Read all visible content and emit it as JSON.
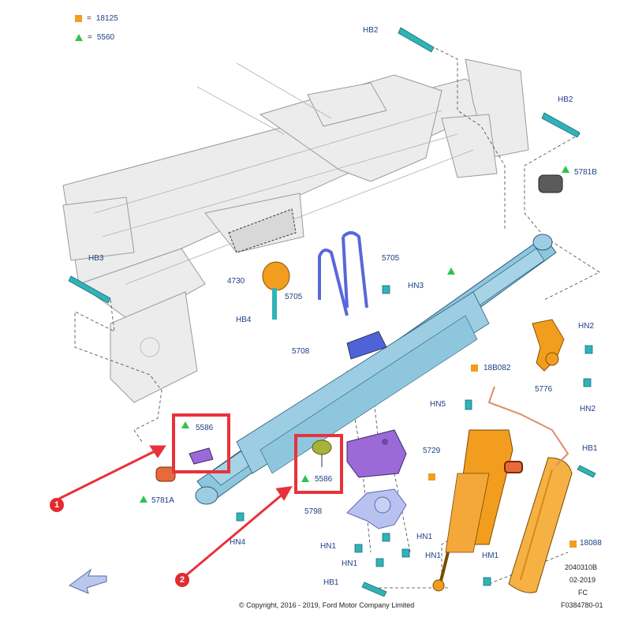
{
  "legend": [
    {
      "marker": "orange-square",
      "symbol": "=",
      "code": "18125"
    },
    {
      "marker": "green-triangle",
      "symbol": "=",
      "code": "5560"
    }
  ],
  "labels": {
    "hb2_top": "HB2",
    "hb2_right": "HB2",
    "p5781b": "5781B",
    "hb3": "HB3",
    "p4730": "4730",
    "p5705_right": "5705",
    "p5705_left": "5705",
    "hn3": "HN3",
    "hb4": "HB4",
    "p5708": "5708",
    "hn2_top": "HN2",
    "p5776": "5776",
    "hn2_bottom": "HN2",
    "p18b082": "18B082",
    "hn5": "HN5",
    "p5586_a": "5586",
    "p5586_b": "5586",
    "p5729": "5729",
    "hb1_right": "HB1",
    "p5781a": "5781A",
    "p5798": "5798",
    "hn4": "HN4",
    "hn1_a": "HN1",
    "hn1_b": "HN1",
    "hn1_c": "HN1",
    "hn1_d": "HN1",
    "hm1": "HM1",
    "p18088": "18088",
    "hb1_bottom": "HB1"
  },
  "callouts": [
    {
      "number": "1"
    },
    {
      "number": "2"
    }
  ],
  "footer": {
    "copyright": "© Copyright, 2016 - 2019, Ford Motor Company Limited",
    "code1": "2040310B",
    "date": "02-2019",
    "fc": "FC",
    "ref": "F0384780-01"
  },
  "colors": {
    "label_blue": "#1f3f86",
    "spring_blue": "#8ec6de",
    "orange": "#f29d1e",
    "green": "#2fc44e",
    "purple": "#9b6ad6",
    "red_callout": "#e8323b",
    "frame_gray": "#e4e4e4"
  }
}
